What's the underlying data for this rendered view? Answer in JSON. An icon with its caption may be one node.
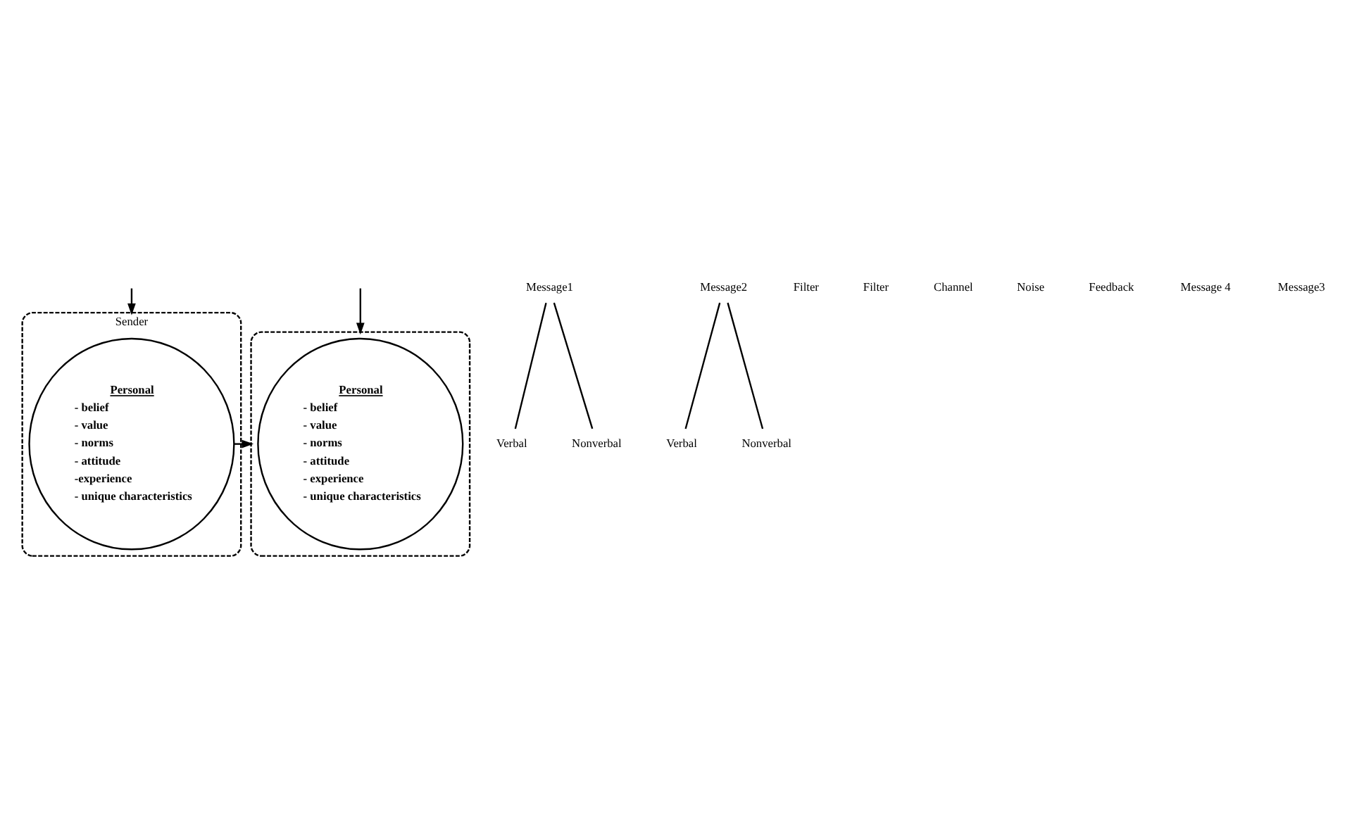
{
  "diagram": {
    "nodes": [
      {
        "text": [
          "Sender"
        ]
      },
      {
        "text": [
          "Personal",
          "- belief",
          "- value",
          "- norms",
          "- attitude",
          "-experience",
          "- unique characteristics"
        ],
        "in": 0
      },
      {
        "text": [],
        "shape": "ellipse"
      },
      {
        "text": [
          "Personal",
          "- belief",
          "- value",
          "- norms",
          "- attitude",
          "- experience",
          "- unique characteristics"
        ],
        "in": 2
      },
      {
        "text": [
          "Message1"
        ]
      },
      {
        "text": [
          "Verbal"
        ]
      },
      {
        "text": [
          "Nonverbal"
        ]
      },
      {
        "text": [
          "Message2"
        ]
      },
      {
        "text": [
          "Verbal"
        ]
      },
      {
        "text": [
          "Nonverbal"
        ]
      }
    ],
    "edges": [
      {
        "from": null,
        "to": 0,
        "arrow": "to"
      },
      {
        "from": null,
        "to": 2,
        "arrow": "to"
      },
      {
        "from": 4,
        "to": 5,
        "arrow": "none"
      },
      {
        "from": 4,
        "to": 6,
        "arrow": "none"
      },
      {
        "from": 7,
        "to": 8,
        "arrow": "none"
      },
      {
        "from": 7,
        "to": 9,
        "arrow": "none"
      },
      {
        "from": 1,
        "to": 2,
        "arrow": "to"
      }
    ],
    "labels": [
      "Filter",
      "Filter",
      "Channel",
      "Noise",
      "Feedback",
      "Message 4",
      "Message3"
    ]
  }
}
